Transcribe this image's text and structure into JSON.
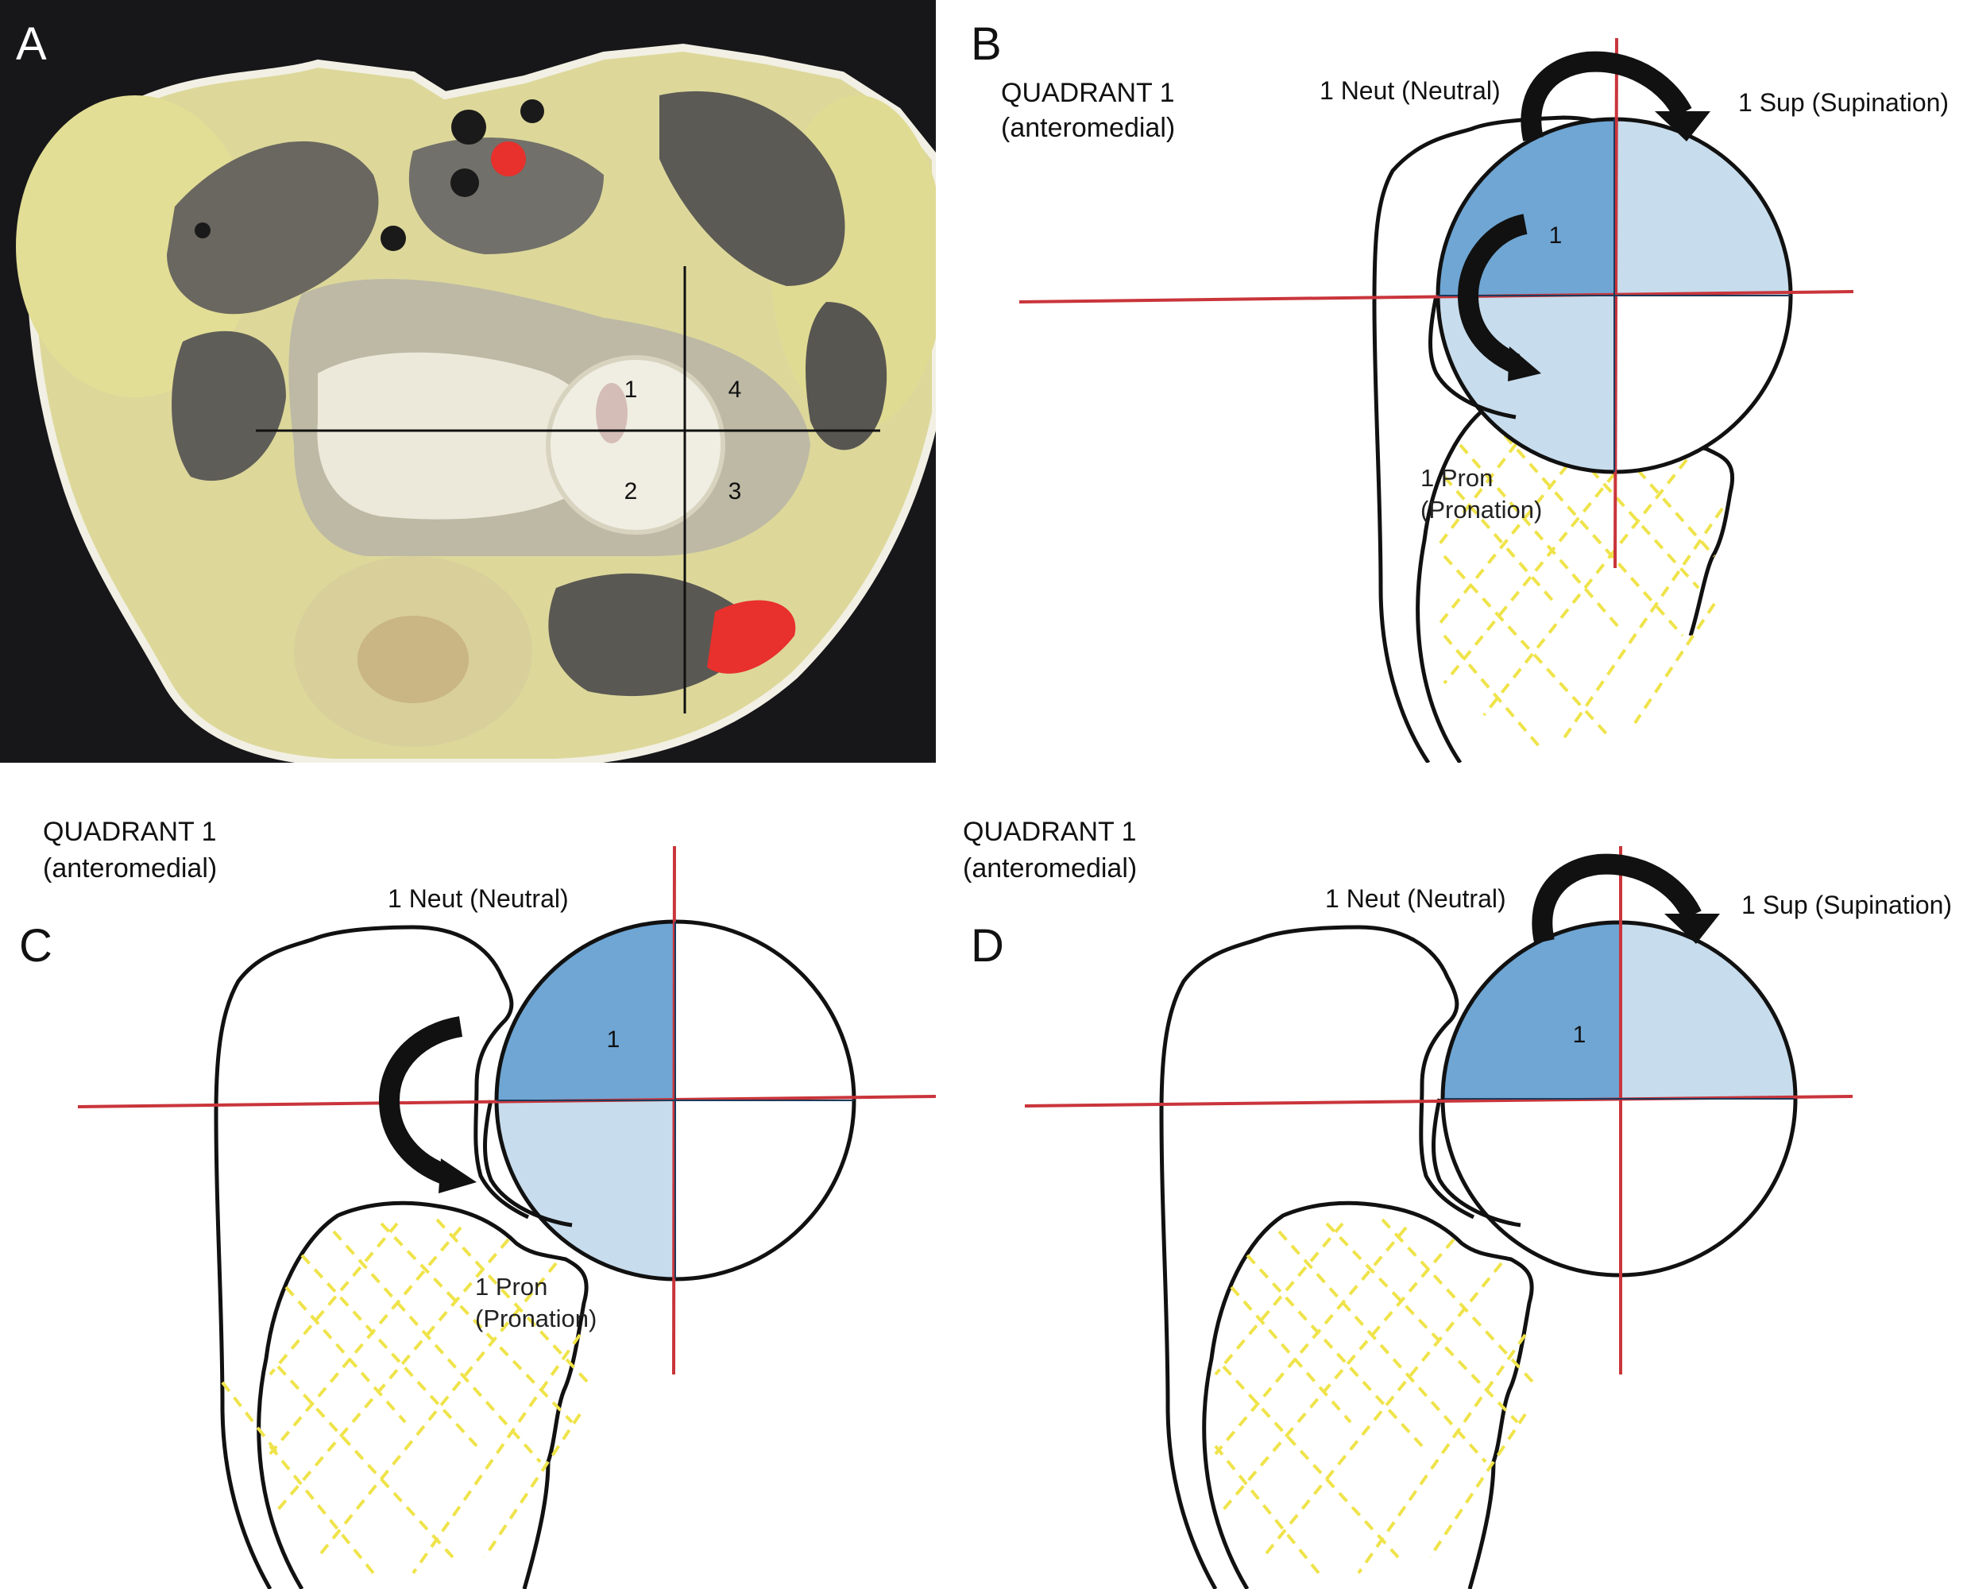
{
  "panels": {
    "a": {
      "letter": "A",
      "quadrants": [
        "1",
        "2",
        "3",
        "4"
      ]
    },
    "b": {
      "letter": "B",
      "title_line1": "QUADRANT 1",
      "title_line2": "(anteromedial)",
      "neutral": "1 Neut (Neutral)",
      "supination": "1 Sup (Supination)",
      "pron_line1": "1 Pron",
      "pron_line2": "(Pronation)",
      "quadrant_label": "1"
    },
    "c": {
      "letter": "C",
      "title_line1": "QUADRANT 1",
      "title_line2": "(anteromedial)",
      "neutral": "1 Neut (Neutral)",
      "pron_line1": "1 Pron",
      "pron_line2": "(Pronation)",
      "quadrant_label": "1"
    },
    "d": {
      "letter": "D",
      "title_line1": "QUADRANT 1",
      "title_line2": "(anteromedial)",
      "neutral": "1 Neut (Neutral)",
      "supination": "1 Sup (Supination)",
      "quadrant_label": "1"
    }
  },
  "colors": {
    "quadrant_dark": "#6fa6d4",
    "quadrant_light": "#c7dcec",
    "axis_red": "#c9353b",
    "hatch_yellow": "#efe34a",
    "outline": "#111111",
    "photo_background": "#17171a",
    "tissue_yellow": "#ddd89a",
    "muscle_gray": "#6a6760",
    "cartilage": "#ece9da",
    "blood_red": "#e8302c"
  }
}
